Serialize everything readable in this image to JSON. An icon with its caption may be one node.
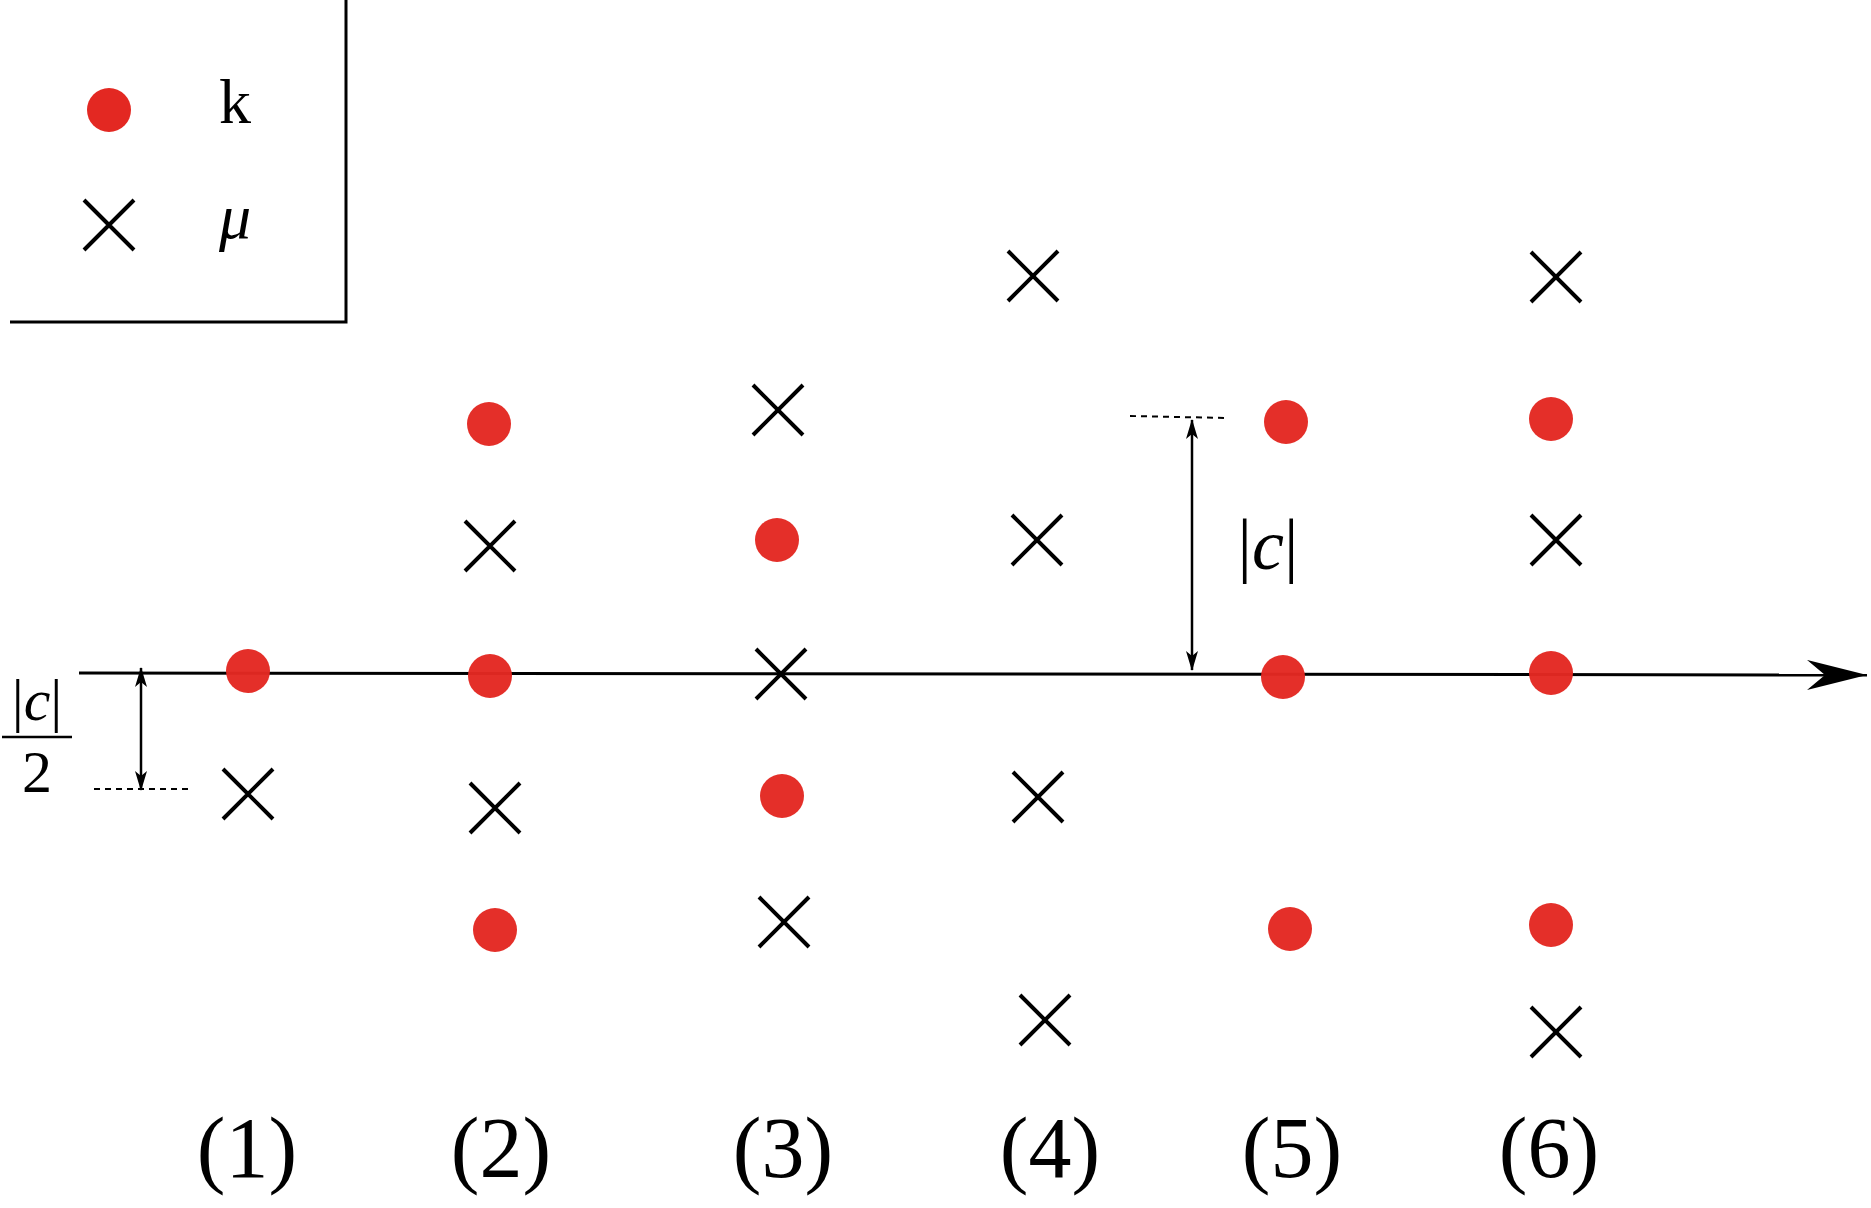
{
  "diagram": {
    "labels": [
      "|*c*|",
      "|*c*|",
      "2",
      "(1)",
      "(2)",
      "(3)",
      "(4)",
      "(5)",
      "(6)"
    ],
    "legend": [
      {
        "text": "k",
        "color": "#e32822"
      },
      {
        "text": "μ"
      }
    ]
  }
}
